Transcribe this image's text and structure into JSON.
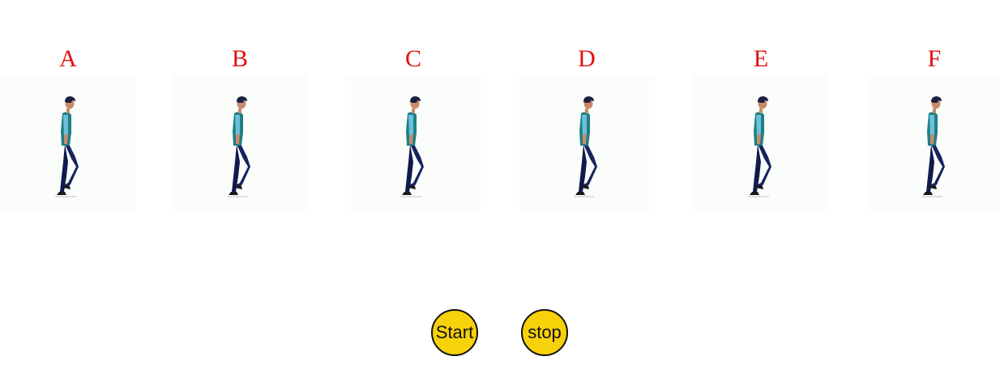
{
  "panels": [
    {
      "label": "A"
    },
    {
      "label": "B"
    },
    {
      "label": "C"
    },
    {
      "label": "D"
    },
    {
      "label": "E"
    },
    {
      "label": "F"
    }
  ],
  "controls": {
    "start_label": "Start",
    "stop_label": "stop"
  },
  "colors": {
    "label": "#e01010",
    "button_fill": "#f7d10a",
    "shirt": "#1f7f86",
    "sleeve": "#6cc0da",
    "pants": "#0f1a4d",
    "hair": "#1b2040",
    "skin": "#c98a6c"
  }
}
